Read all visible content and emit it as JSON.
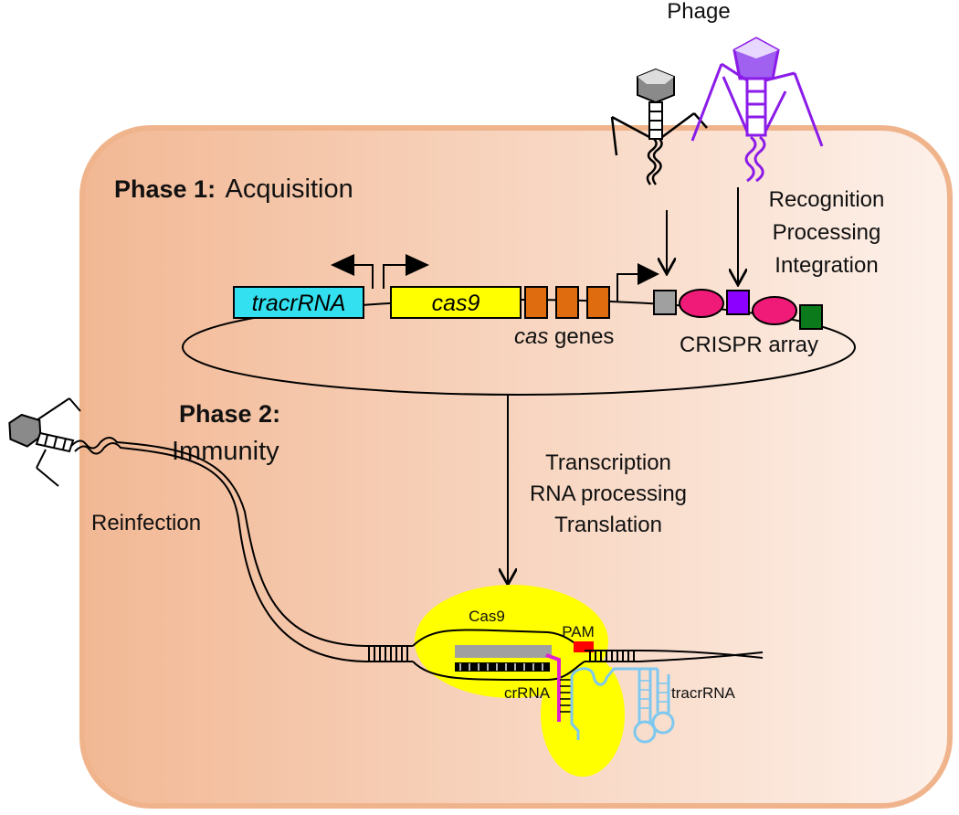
{
  "phage_label": "Phage",
  "phase1": {
    "bold": "Phase 1:",
    "rest": "Acquisition"
  },
  "phase2": {
    "bold": "Phase 2:",
    "rest": "Immunity"
  },
  "acquisition_steps": [
    "Recognition",
    "Processing",
    "Integration"
  ],
  "genes": {
    "tracrrna": "tracrRNA",
    "cas9": "cas9",
    "cas_genes_italic": "cas",
    "cas_genes_rest": " genes",
    "crispr_array": "CRISPR array"
  },
  "expression_steps": [
    "Transcription",
    "RNA processing",
    "Translation"
  ],
  "reinfection": "Reinfection",
  "complex_labels": {
    "cas9": "Cas9",
    "pam": "PAM",
    "crrna": "crRNA",
    "tracrrna": "tracrRNA"
  },
  "colors": {
    "cell_fill_left": "#f2b894",
    "cell_fill_right": "#fdf1ea",
    "cell_border": "#f0b48c",
    "tracrrna_box": "#33e0f0",
    "cas9_box": "#ffff00",
    "cas_genes": "#e06c10",
    "repeat_gray": "#a0a0a0",
    "spacer_pink": "#f01b78",
    "spacer_purple": "#8b00ff",
    "spacer_green": "#0a7a1a",
    "phage_purple": "#8b1be8",
    "cas9_protein": "#ffff00",
    "pam": "#ff0000",
    "crrna": "#e020d0",
    "tracrrna_rna": "#7ec8ef"
  }
}
